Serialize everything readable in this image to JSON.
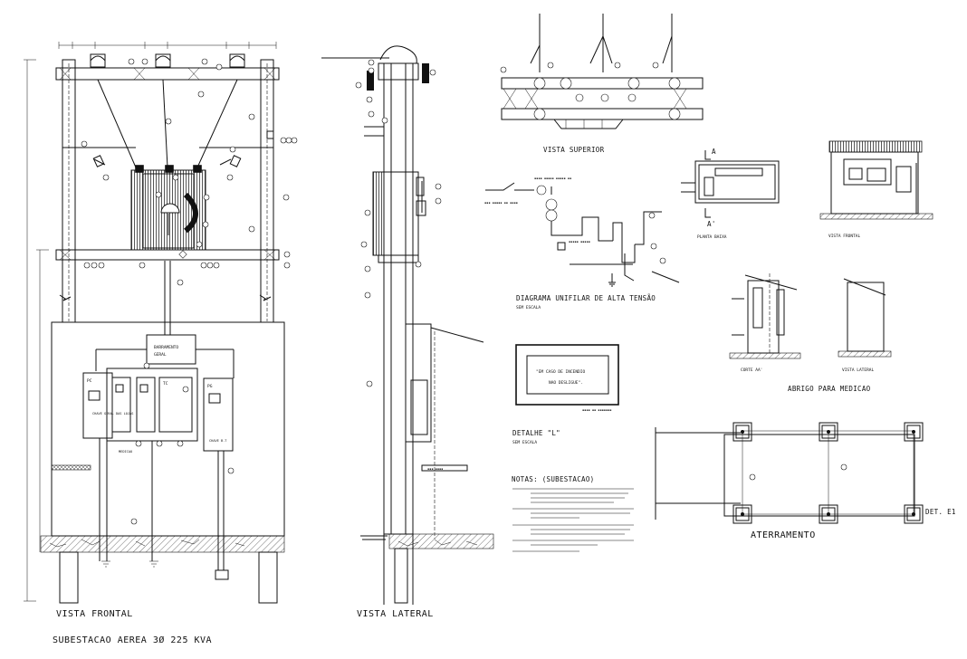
{
  "drawing": {
    "main_title": "SUBESTACAO AEREA 3Ø 225 KVA",
    "views": {
      "vista_frontal": "VISTA FRONTAL",
      "vista_lateral": "VISTA LATERAL",
      "vista_superior": "VISTA SUPERIOR",
      "diagrama_unifilar": "DIAGRAMA UNIFILAR DE ALTA TENSÃO",
      "diagrama_scale": "SEM ESCALA",
      "planta_baixa": "PLANTA BAIXA",
      "vista_frontal_abrigo": "VISTA FRONTAL",
      "corte": "CORTE AA'",
      "vista_lateral_abrigo": "VISTA LATERAL",
      "abrigo": "ABRIGO PARA MEDICAO",
      "detalhe": "DETALHE \"L\"",
      "detalhe_scale": "SEM ESCALA",
      "aterramento": "ATERRAMENTO",
      "det_e1": "DET. E1"
    },
    "sign": {
      "line1": "\"EM CASO DE INCENDIO",
      "line2": "NAO DESLIGUE\"."
    },
    "notes_title": "NOTAS: (SUBESTACAO)",
    "section_marks": {
      "a": "A",
      "a_prime": "A'"
    },
    "frontal_labels": {
      "barramento": "BARRAMENTO",
      "geral": "GERAL",
      "pc": "PC",
      "tc": "TC",
      "pg": "PG",
      "chave_geral": "CHAVE GERAL DAS LOJAS",
      "chave_bt": "CHAVE B.T",
      "medicao": "MEDICAO"
    }
  }
}
